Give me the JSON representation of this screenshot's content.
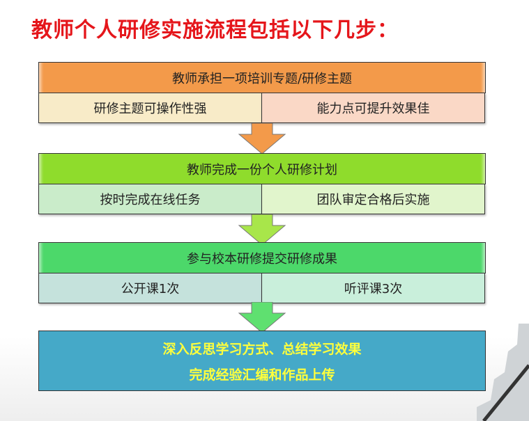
{
  "title": "教师个人研修实施流程包括以下几步：",
  "steps": [
    {
      "header": "教师承担一项培训专题/研修主题",
      "left": "研修主题可操作性强",
      "right": "能力点可提升效果佳"
    },
    {
      "header": "教师完成一份个人研修计划",
      "left": "按时完成在线任务",
      "right": "团队审定合格后实施"
    },
    {
      "header": "参与校本研修提交研修成果",
      "left": "公开课1次",
      "right": "听评课3次"
    }
  ],
  "final": {
    "line1": "深入反思学习方式、总结学习效果",
    "line2": "完成经验汇编和作品上传"
  },
  "colors": {
    "title": "#e5161b",
    "step1": "#f39a4a",
    "step2": "#8fdc2c",
    "step3": "#4cd86a",
    "final": "#45a9c8",
    "final_text": "#ffff3c"
  }
}
